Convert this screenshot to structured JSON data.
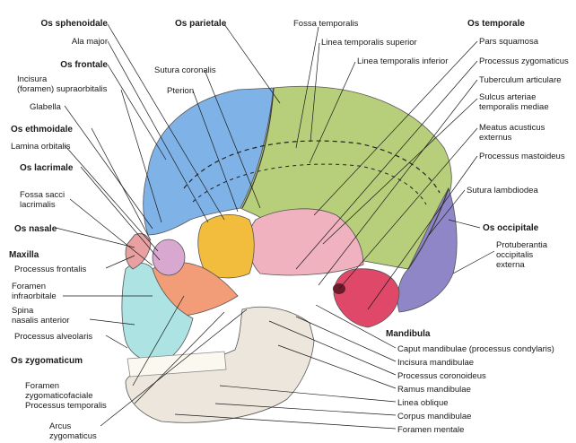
{
  "labels": {
    "os_sphenoidale": "Os sphenoidale",
    "ala_major": "Ala major",
    "os_parietale": "Os parietale",
    "fossa_temporalis": "Fossa temporalis",
    "os_temporale": "Os temporale",
    "linea_temporalis_superior": "Linea temporalis superior",
    "pars_squamosa": "Pars squamosa",
    "linea_temporalis_inferior": "Linea temporalis inferior",
    "processus_zygomaticus": "Processus zygomaticus",
    "os_frontale": "Os frontale",
    "tuberculum_articulare": "Tuberculum articulare",
    "incisura_supraorbitalis_1": "Incisura",
    "incisura_supraorbitalis_2": "(foramen) supraorbitalis",
    "sutura_coronalis": "Sutura coronalis",
    "sulcus_1": "Sulcus arteriae",
    "sulcus_2": "temporalis mediae",
    "glabella": "Glabella",
    "pterion": "Pterion",
    "meatus_1": "Meatus acusticus",
    "meatus_2": "externus",
    "os_ethmoidale": "Os ethmoidale",
    "lamina_orbitalis": "Lamina orbitalis",
    "processus_mastoideus": "Processus mastoideus",
    "os_lacrimale": "Os lacrimale",
    "fossa_sacci_1": "Fossa sacci",
    "fossa_sacci_2": "lacrimalis",
    "sutura_lambdoidea": "Sutura lambdiodea",
    "os_nasale": "Os nasale",
    "os_occipitale": "Os occipitale",
    "protuberantia_1": "Protuberantia",
    "protuberantia_2": "occipitalis",
    "protuberantia_3": "externa",
    "maxilla": "Maxilla",
    "processus_frontalis": "Processus frontalis",
    "foramen_infra_1": "Foramen",
    "foramen_infra_2": "infraorbitale",
    "spina_1": "Spina",
    "spina_2": "nasalis anterior",
    "processus_alveolaris": "Processus alveolaris",
    "mandibula": "Mandibula",
    "caput_mandibulae": "Caput mandibulae (processus condylaris)",
    "os_zygomaticum": "Os zygomaticum",
    "incisura_mandibulae": "Incisura mandibulae",
    "processus_coronoideus": "Processus coronoideus",
    "foramen_zyg_1": "Foramen",
    "foramen_zyg_2": "zygomaticofaciale",
    "ramus_mandibulae": "Ramus mandibulae",
    "processus_temporalis": "Processus temporalis",
    "linea_obliqua": "Linea oblique",
    "corpus_mandibulae": "Corpus mandibulae",
    "arcus_1": "Arcus",
    "arcus_2": "zygomaticus",
    "foramen_mentale": "Foramen mentale"
  },
  "colors": {
    "frontal": "#7fb2e6",
    "parietal": "#b7cf7a",
    "temporal": "#f0b2bf",
    "temporal_deep": "#e0486a",
    "occipital": "#8e86c6",
    "sphenoid": "#f2bd3c",
    "zygomatic": "#f29c78",
    "maxilla": "#aee3e3",
    "mandible": "#ece6dc",
    "nasal": "#e8a0a0",
    "orbit": "#d9a8d0",
    "line": "#111111"
  }
}
